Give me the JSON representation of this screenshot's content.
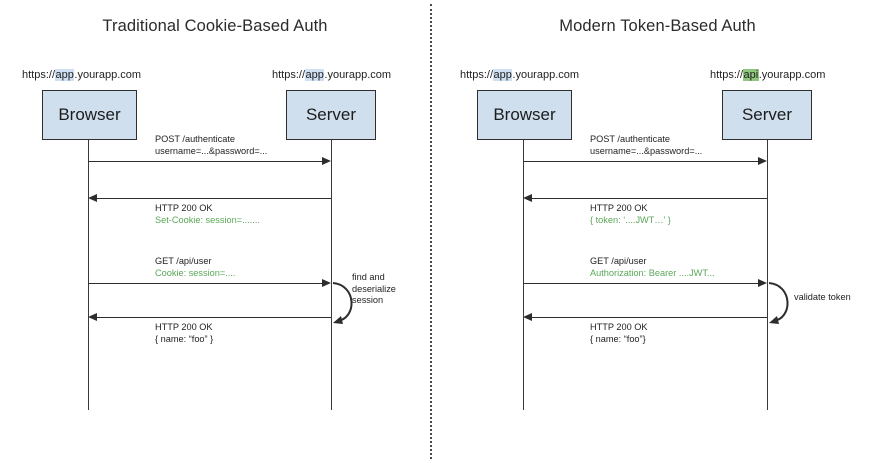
{
  "diagram": {
    "type": "sequence-diagram-pair",
    "background": "#ffffff",
    "accent_box_fill": "#cfdfee",
    "accent_green_text": "#5aa758",
    "highlight_blue": "#cfe0f3",
    "highlight_green": "#8fc77f"
  },
  "left_panel": {
    "title": "Traditional Cookie-Based Auth",
    "browser": {
      "label": "Browser",
      "url_prefix": "https://",
      "url_highlight": "app",
      "url_highlight_color": "blue",
      "url_suffix": ".yourapp.com"
    },
    "server": {
      "label": "Server",
      "url_prefix": "https://",
      "url_highlight": "app",
      "url_highlight_color": "blue",
      "url_suffix": ".yourapp.com"
    },
    "messages": [
      {
        "direction": "right",
        "line1": "POST /authenticate",
        "line2": "username=...&password=...",
        "line2_style": "plain"
      },
      {
        "direction": "left",
        "line1": "HTTP 200 OK",
        "line2": "Set-Cookie: session=.......",
        "line2_style": "green"
      },
      {
        "direction": "right",
        "line1": "GET /api/user",
        "line2": "Cookie: session=....",
        "line2_style": "green"
      },
      {
        "direction": "left",
        "line1": "HTTP 200 OK",
        "line2": "{  name: “foo” }",
        "line2_style": "plain"
      }
    ],
    "loop": {
      "label_line1": "find and",
      "label_line2": "deserialize",
      "label_line3": "session"
    }
  },
  "right_panel": {
    "title": "Modern Token-Based Auth",
    "browser": {
      "label": "Browser",
      "url_prefix": "https://",
      "url_highlight": "app",
      "url_highlight_color": "blue",
      "url_suffix": ".yourapp.com"
    },
    "server": {
      "label": "Server",
      "url_prefix": "https://",
      "url_highlight": "api",
      "url_highlight_color": "green",
      "url_suffix": ".yourapp.com"
    },
    "messages": [
      {
        "direction": "right",
        "line1": "POST /authenticate",
        "line2": "username=...&password=...",
        "line2_style": "plain"
      },
      {
        "direction": "left",
        "line1": "HTTP 200 OK",
        "line2": "{ token: ‘....JWT…’ }",
        "line2_style": "green"
      },
      {
        "direction": "right",
        "line1": "GET /api/user",
        "line2": "Authorization: Bearer ....JWT...",
        "line2_style": "green"
      },
      {
        "direction": "left",
        "line1": "HTTP 200 OK",
        "line2": "{ name: “foo”}",
        "line2_style": "plain"
      }
    ],
    "loop": {
      "label_line1": "validate token",
      "label_line2": "",
      "label_line3": ""
    }
  }
}
